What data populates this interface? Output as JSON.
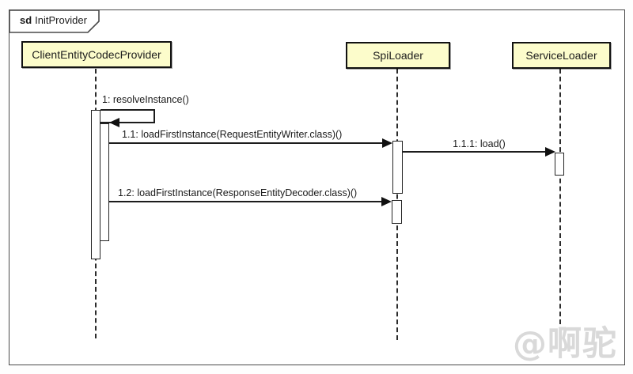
{
  "frame": {
    "keyword": "sd",
    "title": "InitProvider"
  },
  "participants": [
    {
      "name": "ClientEntityCodecProvider"
    },
    {
      "name": "SpiLoader"
    },
    {
      "name": "ServiceLoader"
    }
  ],
  "messages": [
    {
      "label": "1: resolveInstance()",
      "type": "self",
      "from": "ClientEntityCodecProvider",
      "to": "ClientEntityCodecProvider"
    },
    {
      "label": "1.1: loadFirstInstance(RequestEntityWriter.class)()",
      "type": "call",
      "from": "ClientEntityCodecProvider",
      "to": "SpiLoader"
    },
    {
      "label": "1.1.1: load()",
      "type": "call",
      "from": "SpiLoader",
      "to": "ServiceLoader"
    },
    {
      "label": "1.2: loadFirstInstance(ResponseEntityDecoder.class)()",
      "type": "call",
      "from": "ClientEntityCodecProvider",
      "to": "SpiLoader"
    }
  ],
  "watermark": "@啊驼",
  "colors": {
    "participant_fill": "#fcfccb",
    "line": "#1c1c1c",
    "frame_border": "#4a4a4a",
    "watermark": "#d9d9d9"
  }
}
